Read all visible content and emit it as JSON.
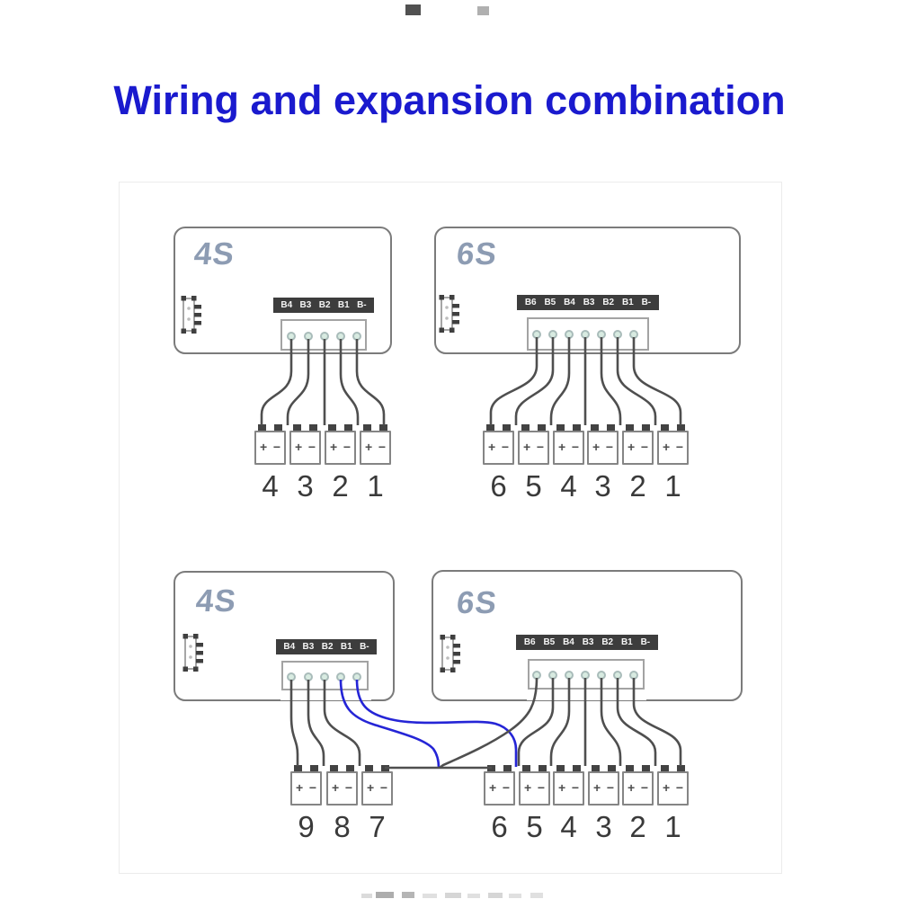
{
  "title": {
    "text": "Wiring and expansion combination"
  },
  "colors": {
    "title": "#1a1ace",
    "wire": "#4f4f4f",
    "expansion_wire": "#2525d6",
    "strip_bg": "#3d3d3d",
    "strip_text": "#f5f5f5",
    "board_label": "#8d9cb3",
    "pin_fill": "#d8ebe1",
    "pin_ring": "#a9bcba",
    "number": "#3a3a3a"
  },
  "battery_terminals": {
    "positive": "+",
    "negative": "−"
  },
  "panels": [
    {
      "id": "top-left-4s",
      "board_label": "4S",
      "strip_labels": [
        "B4",
        "B3",
        "B2",
        "B1",
        "B-"
      ],
      "battery_numbers": [
        "4",
        "3",
        "2",
        "1"
      ]
    },
    {
      "id": "top-right-6s",
      "board_label": "6S",
      "strip_labels": [
        "B6",
        "B5",
        "B4",
        "B3",
        "B2",
        "B1",
        "B-"
      ],
      "battery_numbers": [
        "6",
        "5",
        "4",
        "3",
        "2",
        "1"
      ]
    },
    {
      "id": "bottom-left-4s",
      "board_label": "4S",
      "strip_labels": [
        "B4",
        "B3",
        "B2",
        "B1",
        "B-"
      ],
      "battery_numbers": [
        "9",
        "8",
        "7"
      ]
    },
    {
      "id": "bottom-right-6s",
      "board_label": "6S",
      "strip_labels": [
        "B6",
        "B5",
        "B4",
        "B3",
        "B2",
        "B1",
        "B-"
      ],
      "battery_numbers": [
        "6",
        "5",
        "4",
        "3",
        "2",
        "1"
      ]
    }
  ]
}
